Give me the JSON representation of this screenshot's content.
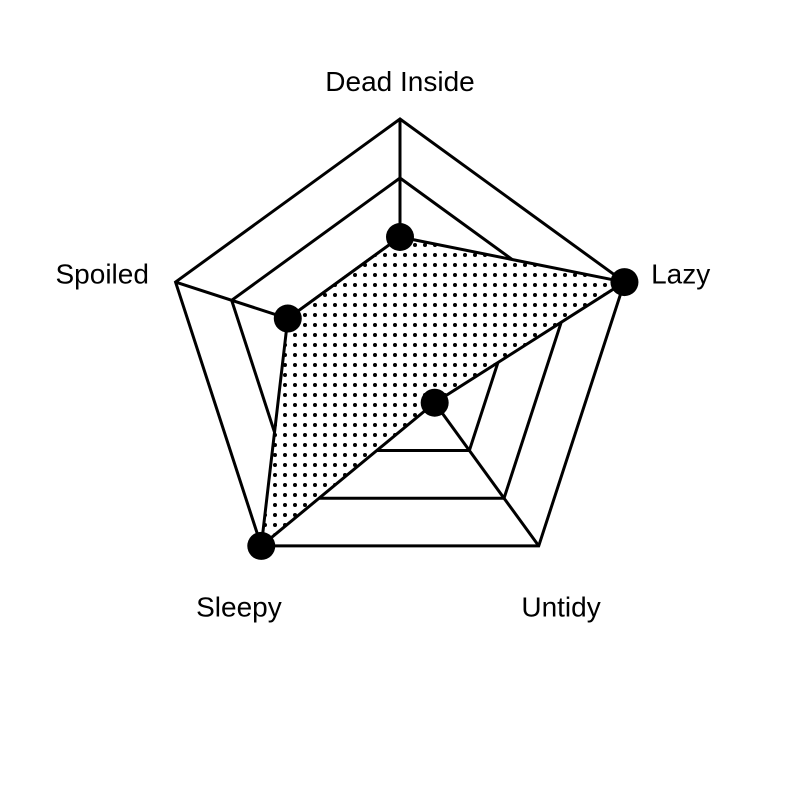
{
  "chart_data": {
    "type": "radar",
    "axes": [
      "Dead Inside",
      "Lazy",
      "Untidy",
      "Sleepy",
      "Spoiled"
    ],
    "series": [
      {
        "values": [
          2,
          4,
          1,
          4,
          2
        ]
      }
    ],
    "range": [
      0,
      4
    ],
    "rings": 4,
    "fill_pattern": "dots",
    "colors": {
      "line": "#000000",
      "background": "#ffffff"
    }
  }
}
